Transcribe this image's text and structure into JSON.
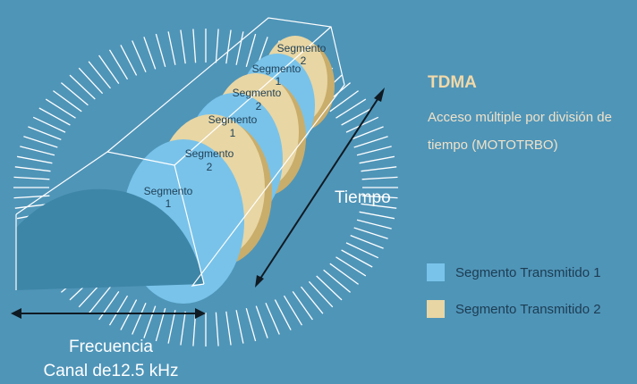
{
  "diagram": {
    "segments": [
      {
        "label": "Segmento",
        "number": "1"
      },
      {
        "label": "Segmento",
        "number": "2"
      },
      {
        "label": "Segmento",
        "number": "1"
      },
      {
        "label": "Segmento",
        "number": "2"
      },
      {
        "label": "Segmento",
        "number": "1"
      },
      {
        "label": "Segmento",
        "number": "2"
      }
    ],
    "time_label": "Tiempo",
    "frequency_label": "Frecuencia",
    "channel_label": "Canal de12.5 kHz"
  },
  "side_panel": {
    "title": "TDMA",
    "description": "Acceso múltiple por división de tiempo (MOTOTRBO)"
  },
  "legend": [
    {
      "label": "Segmento Transmitido 1",
      "color": "#79c3ea"
    },
    {
      "label": "Segmento Transmitido 2",
      "color": "#e8d6a4"
    }
  ],
  "colors": {
    "background": "#4f95b8",
    "segment_1": "#79c3ea",
    "segment_2_front": "#e8d6a4",
    "segment_2_side": "#c9ad6b",
    "base_dome": "#3e86a8",
    "rays": "#ffffff",
    "title": "#f2d9a8"
  }
}
